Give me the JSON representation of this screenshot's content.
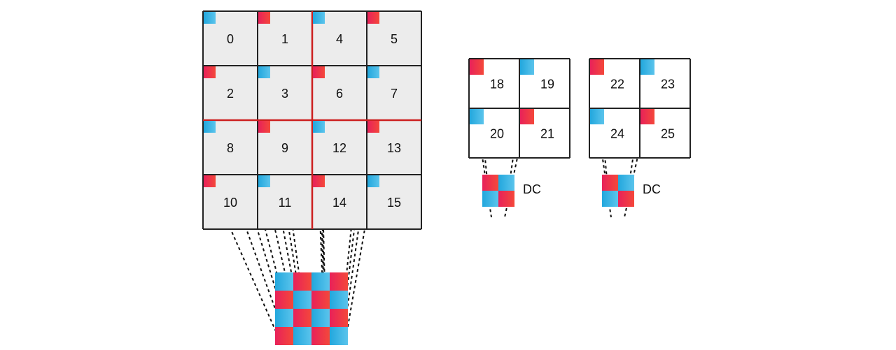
{
  "main_grid": {
    "labels": [
      "0",
      "1",
      "4",
      "5",
      "2",
      "3",
      "6",
      "7",
      "8",
      "9",
      "12",
      "13",
      "10",
      "11",
      "14",
      "15"
    ],
    "corner_colors": [
      "blue",
      "red",
      "blue",
      "red",
      "red",
      "blue",
      "red",
      "blue",
      "blue",
      "red",
      "blue",
      "red",
      "red",
      "blue",
      "red",
      "blue"
    ]
  },
  "small_grids": [
    {
      "labels": [
        "18",
        "19",
        "20",
        "21"
      ],
      "corner_colors": [
        "red",
        "blue",
        "blue",
        "red"
      ],
      "dc_label": "DC"
    },
    {
      "labels": [
        "22",
        "23",
        "24",
        "25"
      ],
      "corner_colors": [
        "red",
        "blue",
        "blue",
        "red"
      ],
      "dc_label": "DC"
    }
  ],
  "colors": {
    "cell_fill": "#ececec",
    "grid_line": "#222222",
    "divider": "#cc1f1f",
    "red_a": "#e8215a",
    "red_b": "#f4483a",
    "blue_a": "#22a7dd",
    "blue_b": "#5bc4ec"
  }
}
